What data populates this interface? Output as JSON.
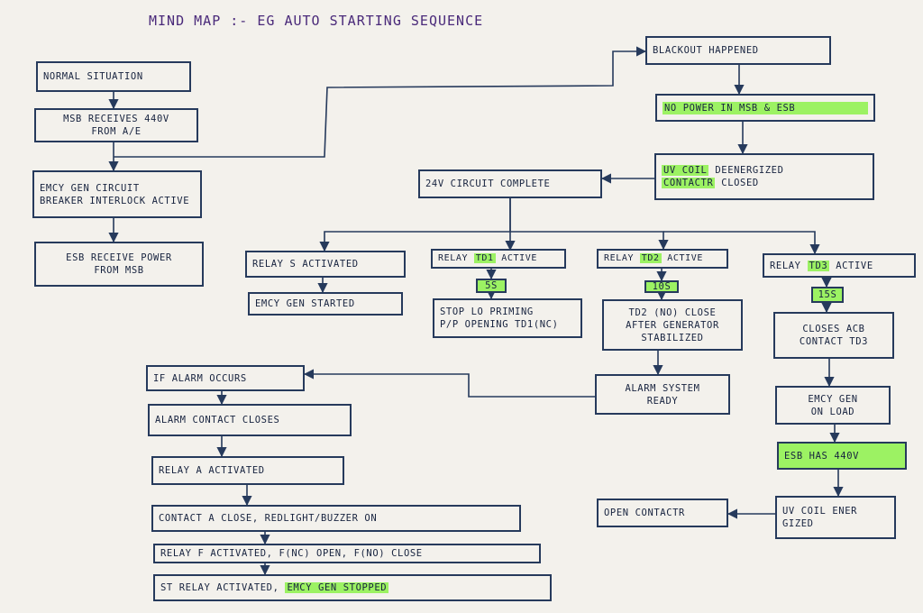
{
  "title": "MIND MAP :- EG AUTO STARTING SEQUENCE",
  "nodes": {
    "normal": {
      "text": "NORMAL SITUATION"
    },
    "msb_receives": {
      "line1": "MSB RECEIVES 440V",
      "line2": "FROM A/E"
    },
    "emcy_gen_cb": {
      "line1": "EMCY GEN CIRCUIT",
      "line2": "BREAKER INTERLOCK ACTIVE"
    },
    "esb_receive": {
      "line1": "ESB RECEIVE POWER",
      "line2": "FROM MSB"
    },
    "blackout": {
      "text": "BLACKOUT HAPPENED"
    },
    "no_power": {
      "text": "NO POWER IN MSB & ESB"
    },
    "uv_coil": {
      "a": "UV COIL",
      "b": " DEENERGIZED",
      "c": "CONTACTR",
      "d": " CLOSED"
    },
    "circuit_24v": {
      "text": "24V CIRCUIT COMPLETE"
    },
    "relay_s": {
      "text": "RELAY S ACTIVATED"
    },
    "relay_td1": {
      "prefix": "RELAY ",
      "hl": "TD1",
      "suffix": " ACTIVE"
    },
    "relay_td2": {
      "prefix": "RELAY ",
      "hl": "TD2",
      "suffix": " ACTIVE"
    },
    "relay_td3": {
      "prefix": "RELAY ",
      "hl": "TD3",
      "suffix": " ACTIVE"
    },
    "timer_5s": {
      "text": "5S"
    },
    "timer_10s": {
      "text": "10S"
    },
    "timer_15s": {
      "text": "15S"
    },
    "emcy_started": {
      "text": "EMCY GEN STARTED"
    },
    "stop_lo": {
      "line1": "STOP LO PRIMING",
      "line2": "P/P OPENING TD1(NC)"
    },
    "td2_close": {
      "line1": "TD2 (NO) CLOSE",
      "line2": "AFTER GENERATOR",
      "line3": "STABILIZED"
    },
    "closes_acb": {
      "line1": "CLOSES ACB",
      "line2": "CONTACT TD3"
    },
    "alarm_ready": {
      "line1": "ALARM SYSTEM",
      "line2": "READY"
    },
    "emcy_on_load": {
      "line1": "EMCY GEN",
      "line2": "ON LOAD"
    },
    "esb_has": {
      "text": "ESB HAS 440V"
    },
    "uv_energized": {
      "line1": "UV COIL ENER",
      "line2": "GIZED"
    },
    "open_contactr": {
      "text": "OPEN CONTACTR"
    },
    "if_alarm": {
      "text": "IF ALARM OCCURS"
    },
    "alarm_contact": {
      "text": "ALARM CONTACT CLOSES"
    },
    "relay_a": {
      "text": "RELAY A ACTIVATED"
    },
    "contact_a": {
      "text": "CONTACT A CLOSE, REDLIGHT/BUZZER ON"
    },
    "relay_f": {
      "text": "RELAY F ACTIVATED, F(NC) OPEN, F(NO) CLOSE"
    },
    "st_relay": {
      "prefix": "ST RELAY ACTIVATED, ",
      "hl": "EMCY GEN STOPPED"
    }
  },
  "colors": {
    "ink": "#263a5c",
    "highlight": "#9cf263",
    "paper": "#f3f1ec",
    "title": "#4a2a7a"
  }
}
